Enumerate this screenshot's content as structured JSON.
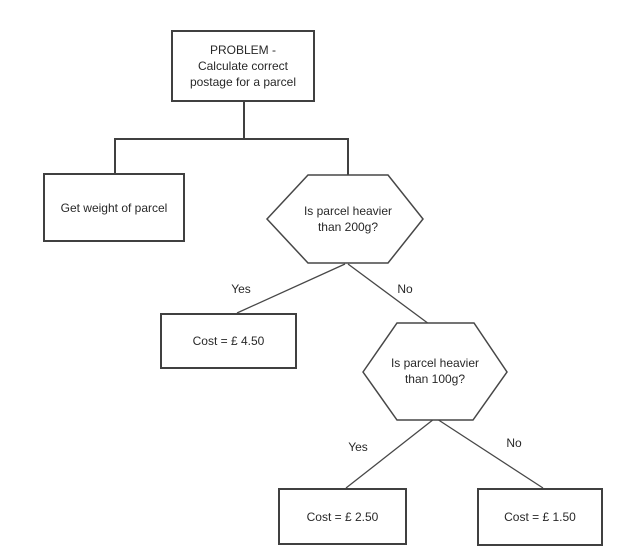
{
  "colors": {
    "line": "#404040",
    "text": "#282828",
    "background": "#ffffff"
  },
  "nodes": {
    "problem": {
      "shape": "rectangle",
      "text": "PROBLEM -\nCalculate correct\npostage for a parcel"
    },
    "get_weight": {
      "shape": "rectangle",
      "text": "Get weight of parcel"
    },
    "decision_200g": {
      "shape": "hexagon",
      "text": "Is parcel heavier\nthan 200g?"
    },
    "cost_450": {
      "shape": "rectangle",
      "text": "Cost = £ 4.50"
    },
    "decision_100g": {
      "shape": "hexagon",
      "text": "Is parcel heavier\nthan 100g?"
    },
    "cost_250": {
      "shape": "rectangle",
      "text": "Cost = £ 2.50"
    },
    "cost_150": {
      "shape": "rectangle",
      "text": "Cost = £ 1.50"
    }
  },
  "edge_labels": {
    "d200_yes": "Yes",
    "d200_no": "No",
    "d100_yes": "Yes",
    "d100_no": "No"
  }
}
